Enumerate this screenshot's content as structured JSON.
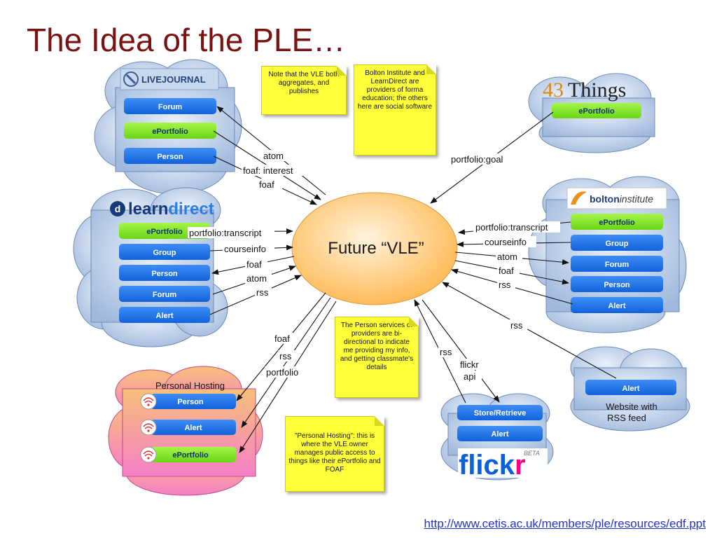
{
  "title": "The Idea of the PLE…",
  "center": {
    "label": "Future “VLE”"
  },
  "clouds": {
    "livejournal": {
      "logo": "LIVEJOURNAL",
      "services": [
        "Forum",
        "ePortfolio",
        "Person"
      ]
    },
    "learndirect": {
      "logo_a": "learn",
      "logo_b": "direct",
      "services": [
        "ePortfolio",
        "Group",
        "Person",
        "Forum",
        "Alert"
      ]
    },
    "personal_hosting": {
      "title": "Personal Hosting",
      "services": [
        "Person",
        "Alert",
        "ePortfolio"
      ]
    },
    "things43": {
      "logo_num": "43",
      "logo_word": "Things",
      "services": [
        "ePortfolio"
      ]
    },
    "bolton": {
      "logo_a": "bolton",
      "logo_b": "institute",
      "services": [
        "ePortfolio",
        "Group",
        "Forum",
        "Person",
        "Alert"
      ]
    },
    "flickr": {
      "logo_a": "flick",
      "logo_b": "r",
      "beta": "BETA",
      "services": [
        "Store/Retrieve",
        "Alert"
      ]
    },
    "rss_site": {
      "service": "Alert",
      "caption_1": "Website with",
      "caption_2": "RSS feed"
    }
  },
  "edge_labels": {
    "lj_atom": "atom",
    "lj_foaf_interest": "foaf: interest",
    "lj_foaf": "foaf",
    "ld_portfolio_transcript": "portfolio:transcript",
    "ld_courseinfo": "courseinfo",
    "ld_foaf": "foaf",
    "ld_atom": "atom",
    "ld_rss": "rss",
    "ph_foaf": "foaf",
    "ph_rss": "rss",
    "ph_portfolio": "portfolio",
    "t43_portfolio_goal": "portfolio:goal",
    "bi_portfolio_transcript": "portfolio:transcript",
    "bi_courseinfo": "courseinfo",
    "bi_atom": "atom",
    "bi_foaf": "foaf",
    "bi_rss": "rss",
    "site_rss": "rss",
    "fl_rss": "rss",
    "fl_flickr": "flickr",
    "fl_api": "api"
  },
  "notes": {
    "n1": "Note that the VLE both aggregates, and publishes",
    "n2": "Bolton Institute and LearnDirect are providers of forma education; the others here are social software",
    "n3": "The Person services of providers are bi-directional to indicate me providing my info, and getting classmate's details",
    "n4": "\"Personal Hosting\": this is where the VLE owner manages public  access to things like their ePortfolio and FOAF"
  },
  "footer": {
    "link": "http://www.cetis.ac.uk/members/ple/resources/edf.ppt"
  },
  "colors": {
    "title": "#7a1212",
    "cloud_blue": "#b4c9e6",
    "service_blue": "#1b73e8",
    "service_green": "#7ee81c",
    "note_yellow": "#ffff3a",
    "center_orange": "#ffc36a",
    "personal_hosting_pink": "#f58cc6"
  }
}
